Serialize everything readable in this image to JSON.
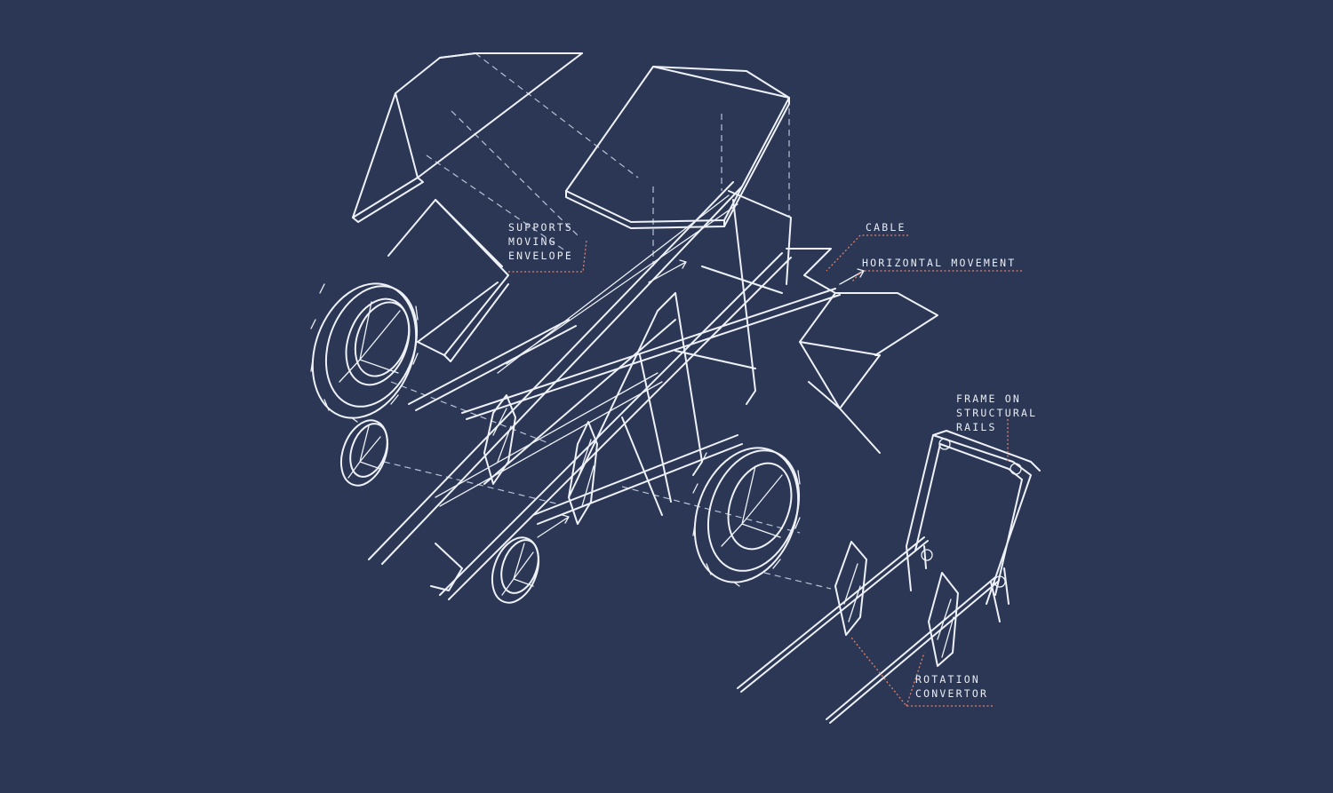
{
  "colors": {
    "background": "#2b3754",
    "linework": "#eef1f7",
    "leader": "#e0826a"
  },
  "labels": {
    "supports_moving_envelope": [
      "SUPPORTS",
      "MOVING",
      "ENVELOPE"
    ],
    "cable": "CABLE",
    "horizontal_movement": "HORIZONTAL MOVEMENT",
    "frame_on_structural_rails": [
      "FRAME ON",
      "STRUCTURAL",
      "RAILS"
    ],
    "rotation_convertor": [
      "ROTATION",
      "CONVERTOR"
    ]
  }
}
